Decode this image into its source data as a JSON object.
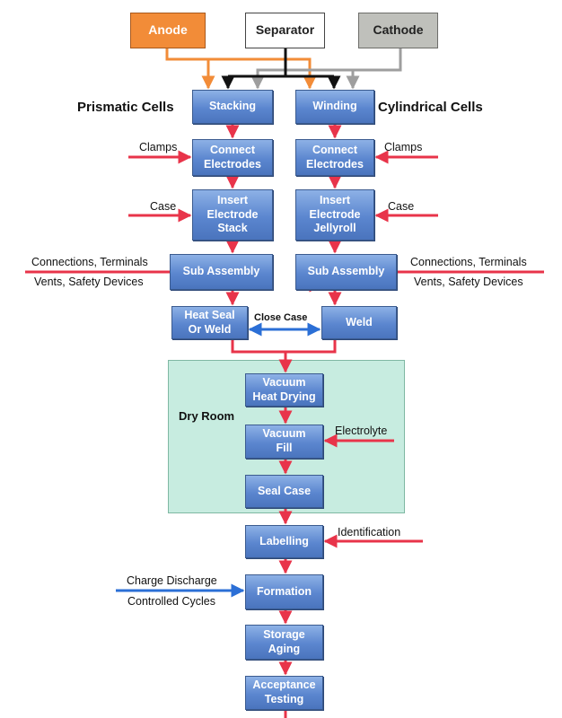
{
  "nodes": {
    "anode": "Anode",
    "separator": "Separator",
    "cathode": "Cathode",
    "stacking": "Stacking",
    "winding": "Winding",
    "connect_left": "Connect\nElectrodes",
    "connect_right": "Connect\nElectrodes",
    "insert_left": "Insert\nElectrode\nStack",
    "insert_right": "Insert\nElectrode\nJellyroll",
    "sub_left": "Sub Assembly",
    "sub_right": "Sub Assembly",
    "heat_seal": "Heat Seal\nOr Weld",
    "weld": "Weld",
    "vacuum_heat": "Vacuum\nHeat Drying",
    "vacuum_fill": "Vacuum\nFill",
    "seal_case": "Seal Case",
    "labelling": "Labelling",
    "formation": "Formation",
    "storage": "Storage\nAging",
    "acceptance": "Acceptance\nTesting"
  },
  "labels": {
    "prismatic": "Prismatic Cells",
    "cylindrical": "Cylindrical Cells",
    "clamps_left": "Clamps",
    "clamps_right": "Clamps",
    "case_left": "Case",
    "case_right": "Case",
    "conn_left": "Connections, Terminals",
    "vents_left": "Vents, Safety Devices",
    "conn_right": "Connections, Terminals",
    "vents_right": "Vents, Safety Devices",
    "close_case": "Close Case",
    "dry_room": "Dry Room",
    "electrolyte": "Electrolyte",
    "identification": "Identification",
    "charge_discharge": "Charge Discharge",
    "controlled_cycles": "Controlled Cycles"
  },
  "colors": {
    "process_box": "#5b86cf",
    "flow_arrow": "#e8344a",
    "anode": "#f28c38",
    "cathode": "#bfc0bb",
    "separator_line": "#111111",
    "cathode_line": "#9e9e9e",
    "close_case_arrow": "#2b6fd6",
    "charge_arrow": "#2b6fd6",
    "dry_room_fill": "#c7ece0"
  }
}
